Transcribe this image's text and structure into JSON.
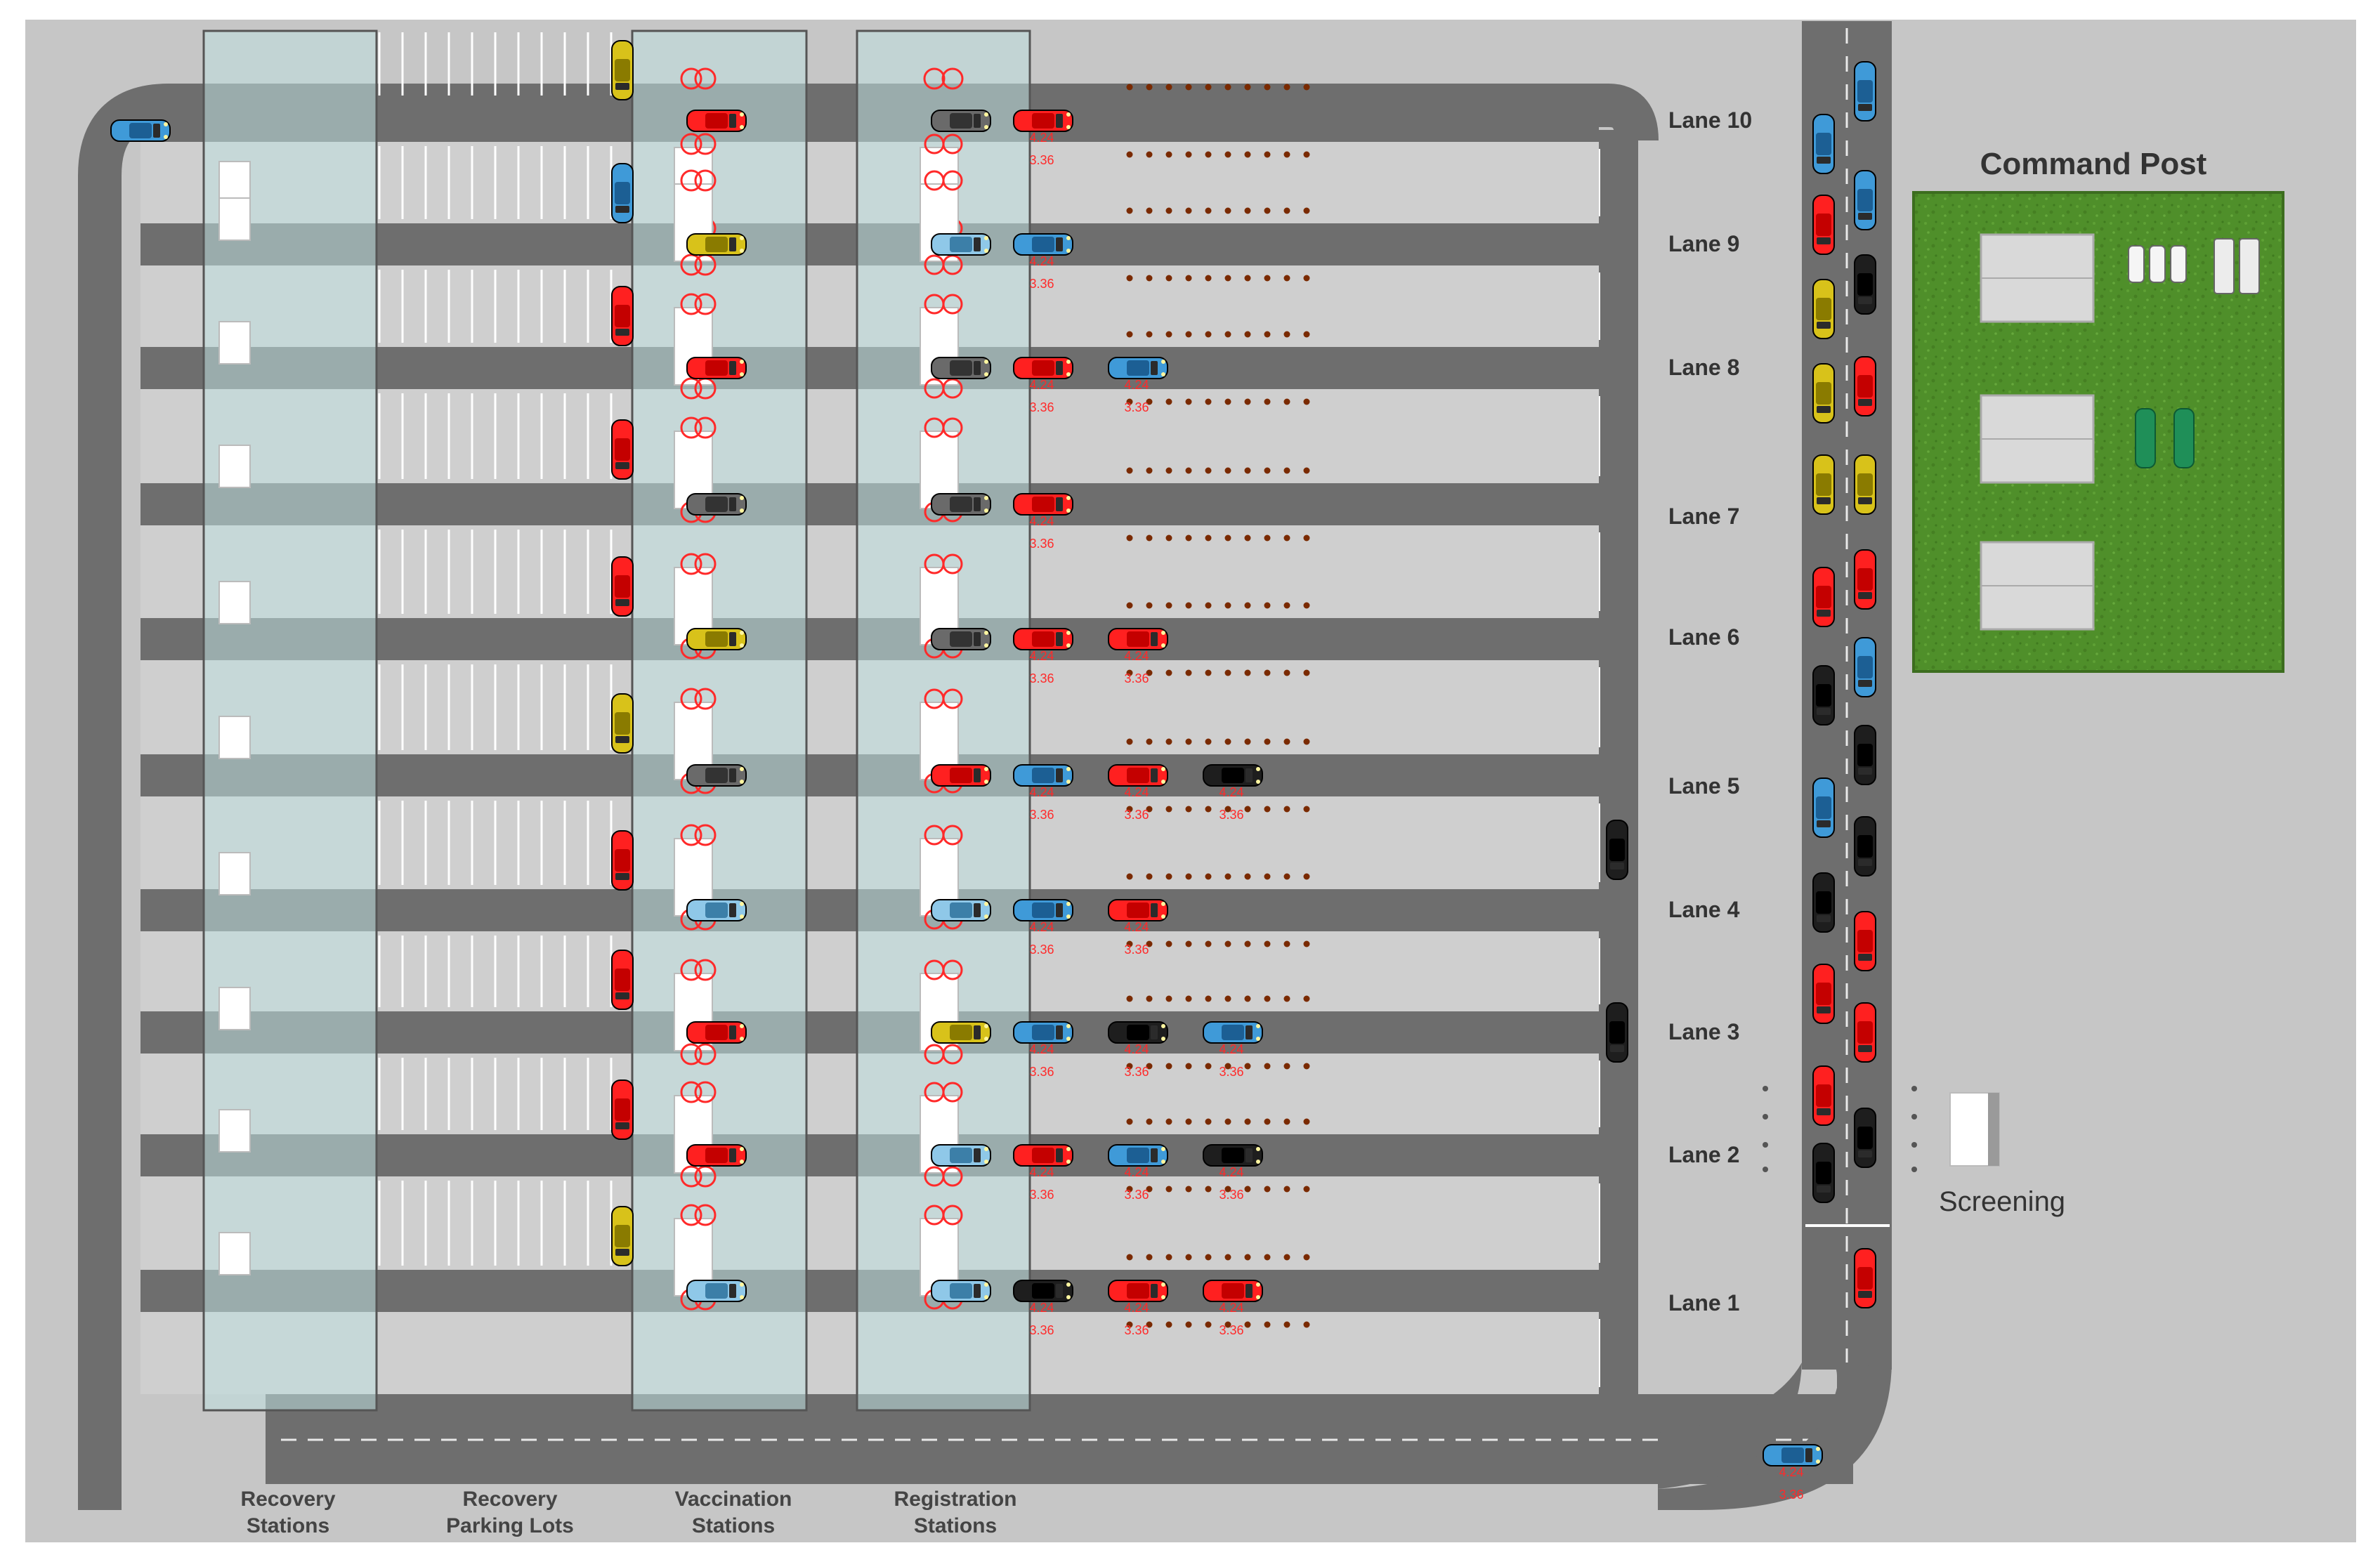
{
  "title": "Command Post",
  "screening_label": "Screening",
  "lane_labels": [
    "Lane 10",
    "Lane 9",
    "Lane 8",
    "Lane 7",
    "Lane 6",
    "Lane 5",
    "Lane 4",
    "Lane 3",
    "Lane 2",
    "Lane 1"
  ],
  "zone_labels": [
    [
      "Recovery",
      "Stations"
    ],
    [
      "Recovery",
      "Parking Lots"
    ],
    [
      "Vaccination",
      "Stations"
    ],
    [
      "Registration",
      "Stations"
    ]
  ],
  "car_tag_top": "4.24",
  "car_tag_bottom": "3.36",
  "colors": {
    "ground": "#c6c6c6",
    "road": "#6e6e6e",
    "lot": "#cfcfcf",
    "grass": "#4f8f2a",
    "zone": "#bfe0e0",
    "tag": "#ff2a2a"
  },
  "queue_cars": [
    {
      "lane": "Lane 10",
      "cars": [
        "red"
      ]
    },
    {
      "lane": "Lane 9",
      "cars": [
        "blue"
      ]
    },
    {
      "lane": "Lane 8",
      "cars": [
        "red",
        "blue"
      ]
    },
    {
      "lane": "Lane 7",
      "cars": [
        "red"
      ]
    },
    {
      "lane": "Lane 6",
      "cars": [
        "red",
        "red"
      ]
    },
    {
      "lane": "Lane 5",
      "cars": [
        "blue",
        "red",
        "black"
      ]
    },
    {
      "lane": "Lane 4",
      "cars": [
        "blue",
        "red"
      ]
    },
    {
      "lane": "Lane 3",
      "cars": [
        "blue",
        "black",
        "blue"
      ]
    },
    {
      "lane": "Lane 2",
      "cars": [
        "red",
        "blue",
        "black"
      ]
    },
    {
      "lane": "Lane 1",
      "cars": [
        "black",
        "red",
        "red"
      ]
    }
  ]
}
